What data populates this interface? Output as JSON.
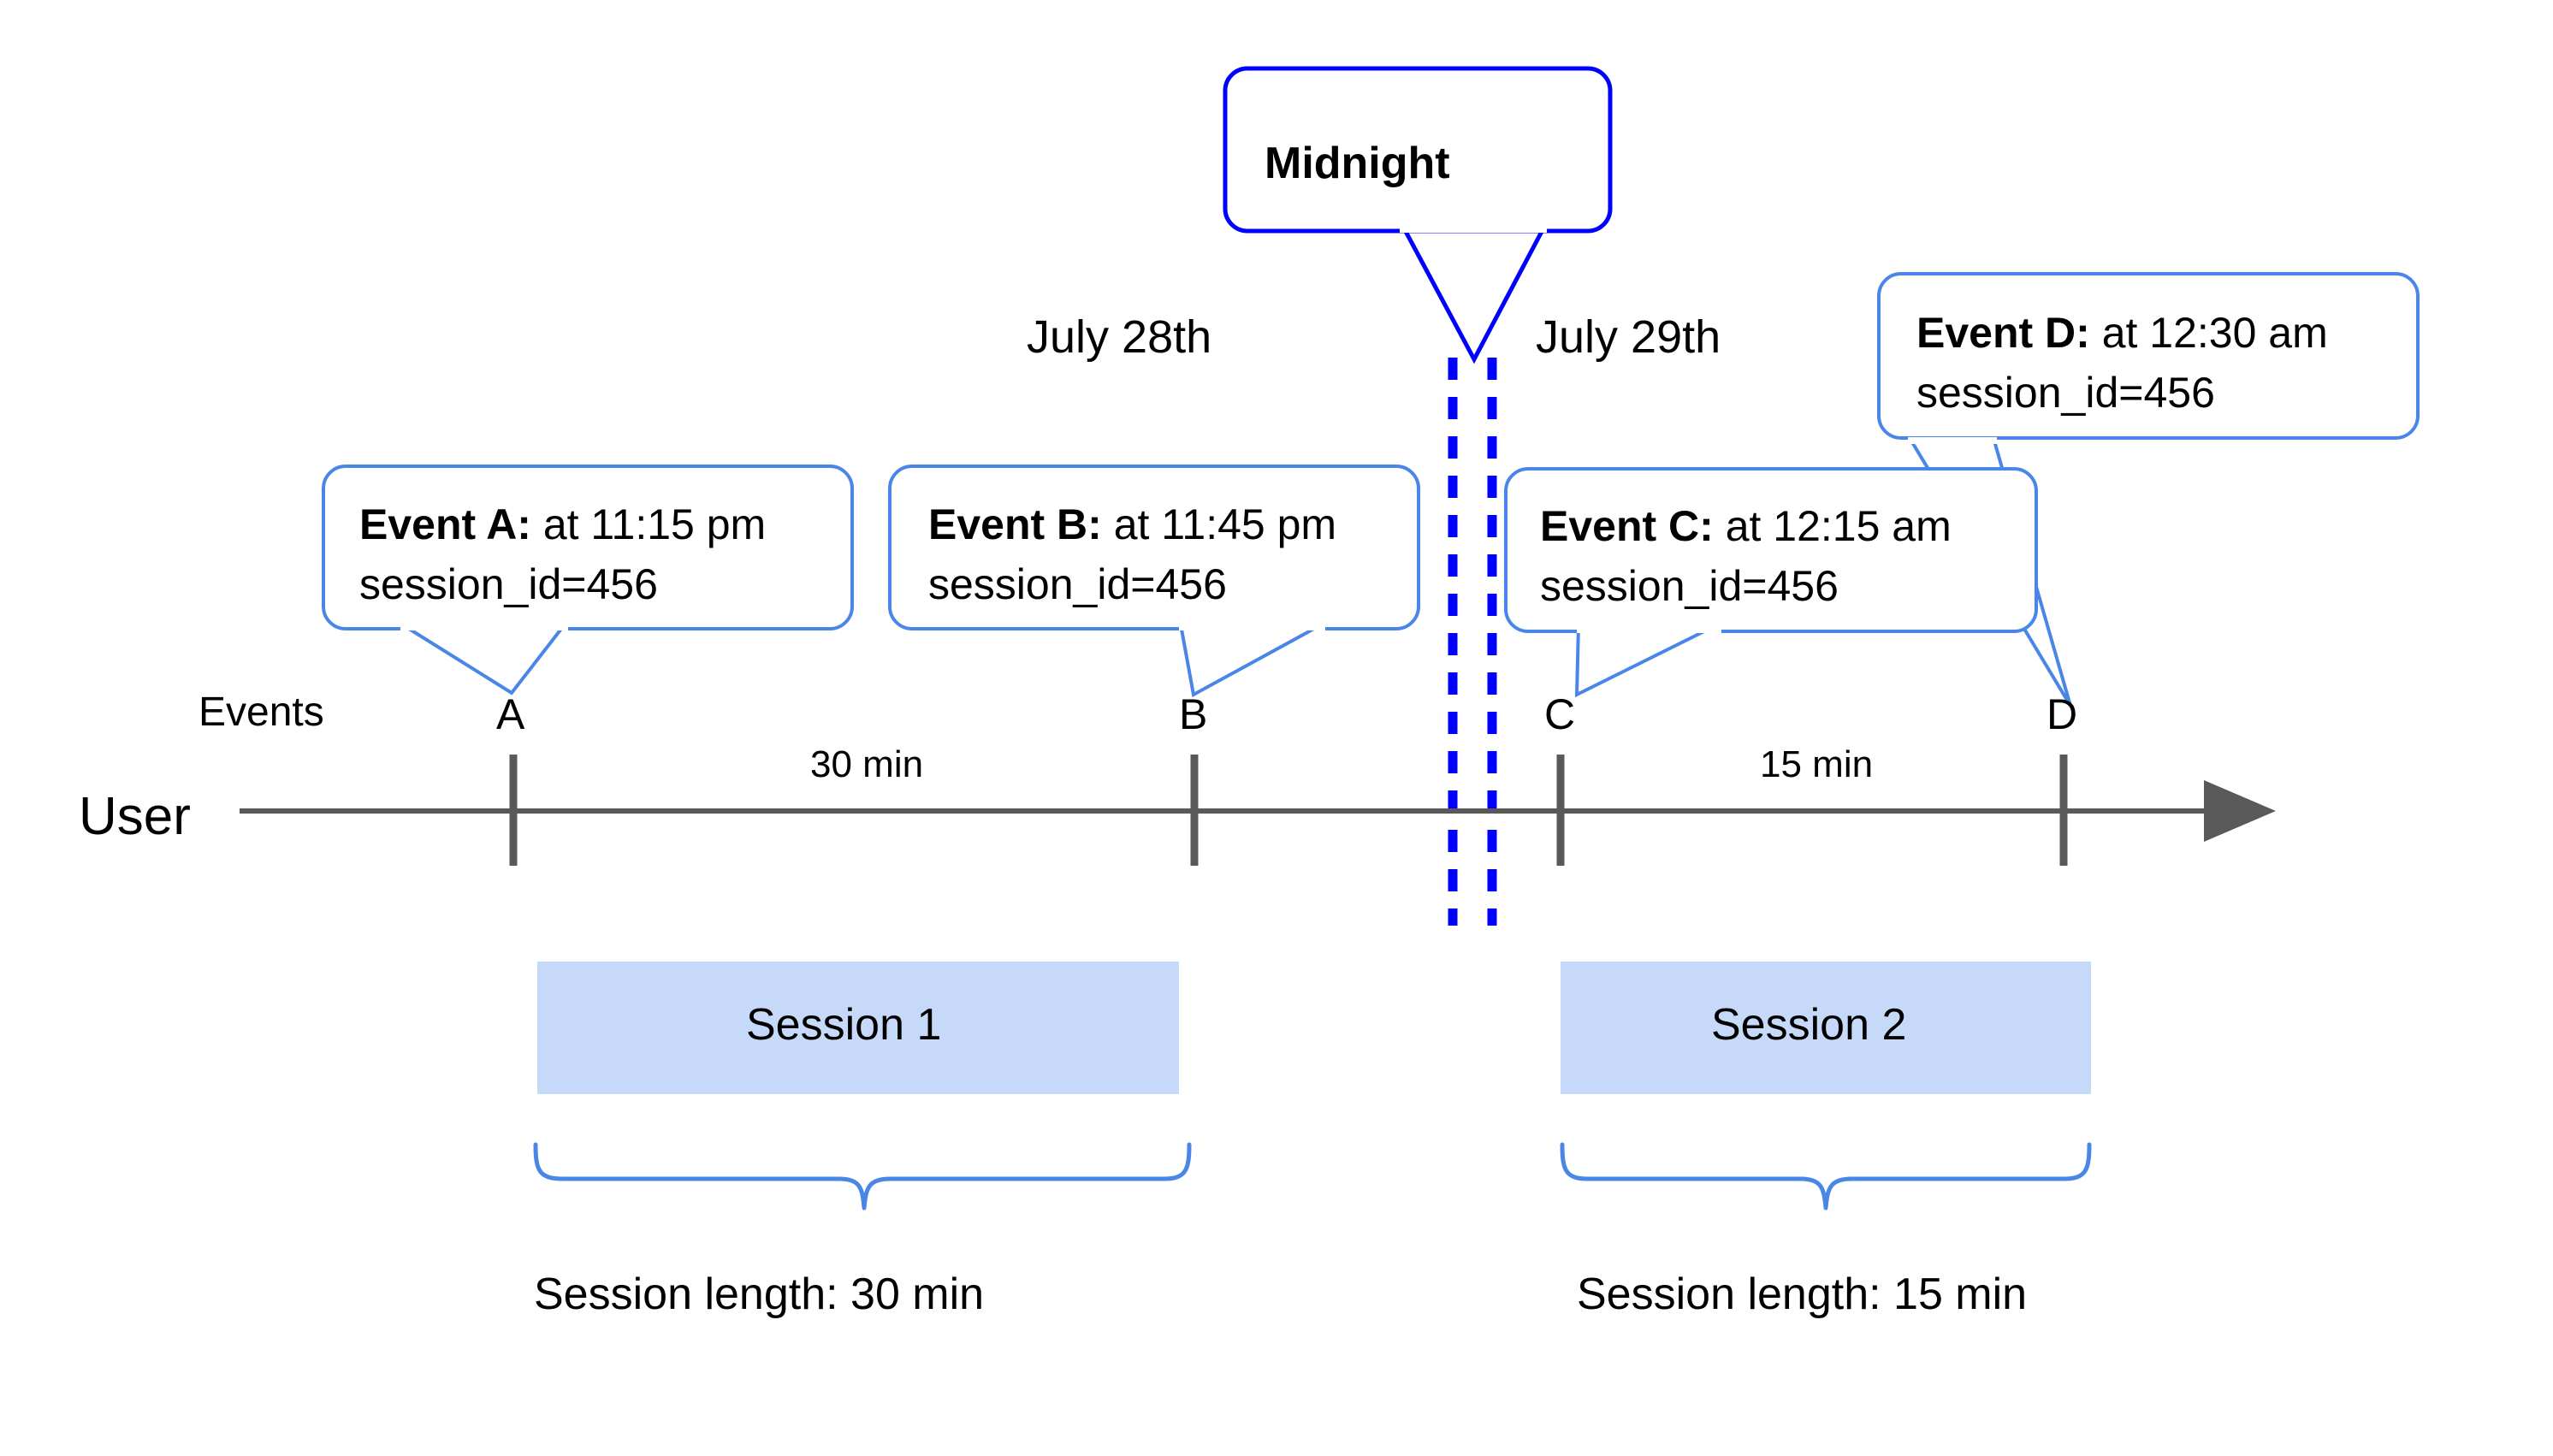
{
  "diagram": {
    "title": "User session timeline across midnight",
    "colors": {
      "callout_border": "#4a86e8",
      "midnight_border": "#0000ff",
      "midnight_dash": "#0000ff",
      "axis": "#595959",
      "session_fill": "#c6d9f8",
      "text": "#000000",
      "background": "#ffffff"
    },
    "midnight_callout": {
      "label": "Midnight"
    },
    "day_labels": [
      {
        "id": "day-july-28",
        "label": "July 28th"
      },
      {
        "id": "day-july-29",
        "label": "July 29th"
      }
    ],
    "lane_labels": {
      "events": "Events",
      "user": "User"
    },
    "events": [
      {
        "id": "event-a",
        "tick_label": "A",
        "callout_title": "Event A:",
        "callout_time": " at 11:15 pm",
        "callout_line2": "session_id=456"
      },
      {
        "id": "event-b",
        "tick_label": "B",
        "callout_title": "Event B:",
        "callout_time": " at 11:45 pm",
        "callout_line2": "session_id=456"
      },
      {
        "id": "event-c",
        "tick_label": "C",
        "callout_title": "Event C:",
        "callout_time": " at 12:15 am",
        "callout_line2": "session_id=456"
      },
      {
        "id": "event-d",
        "tick_label": "D",
        "callout_title": "Event D:",
        "callout_time": " at 12:30 am",
        "callout_line2": "session_id=456"
      }
    ],
    "gap_labels": [
      {
        "id": "gap-a-b",
        "label": "30 min"
      },
      {
        "id": "gap-c-d",
        "label": "15 min"
      }
    ],
    "sessions": [
      {
        "id": "session-1",
        "bar_label": "Session 1",
        "length_label": "Session length: 30 min"
      },
      {
        "id": "session-2",
        "bar_label": "Session 2",
        "length_label": "Session length: 15 min"
      }
    ]
  }
}
